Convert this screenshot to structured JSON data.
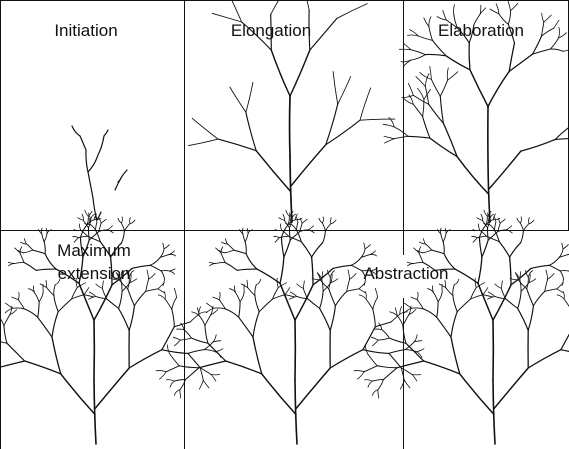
{
  "panels": {
    "initiation": {
      "label": "Initiation"
    },
    "elongation": {
      "label": "Elongation"
    },
    "elaboration": {
      "label": "Elaboration"
    },
    "maximum_extension": {
      "label_line1": "Maximum",
      "label_line2": "extension"
    },
    "abstraction": {
      "label": "Abstraction"
    }
  },
  "colors": {
    "ink": "#111111",
    "background": "#ffffff"
  }
}
